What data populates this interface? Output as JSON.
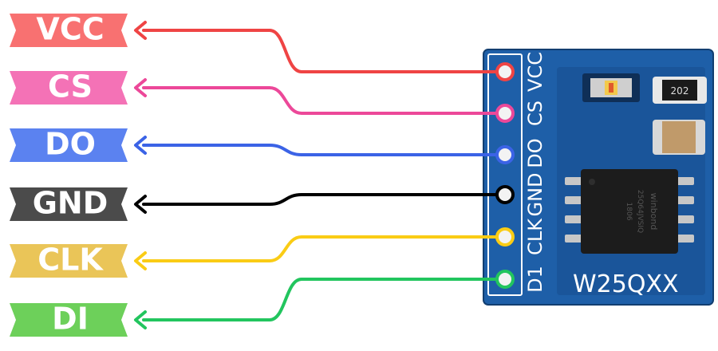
{
  "pins": [
    {
      "label": "VCC",
      "board_label": "VCC",
      "color": "#ef4444",
      "label_color": "#f87171"
    },
    {
      "label": "CS",
      "board_label": "CS",
      "color": "#ec4899",
      "label_color": "#f472b6"
    },
    {
      "label": "DO",
      "board_label": "DO",
      "color": "#3b63e6",
      "label_color": "#5b82f0"
    },
    {
      "label": "GND",
      "board_label": "GND",
      "color": "#000000",
      "label_color": "#4b4b4b"
    },
    {
      "label": "CLK",
      "board_label": "CLK",
      "color": "#facc15",
      "label_color": "#eac558"
    },
    {
      "label": "DI",
      "board_label": "D1",
      "color": "#22c55e",
      "label_color": "#6dd05a"
    }
  ],
  "board": {
    "model_label": "W25QXX",
    "chip_marking_1": "winbond",
    "chip_marking_2": "25Q64JVSIQ",
    "chip_marking_3": "1806",
    "resistor_marking": "202",
    "pcb_color": "#1e5fa8",
    "pcb_dark": "#17477f"
  }
}
